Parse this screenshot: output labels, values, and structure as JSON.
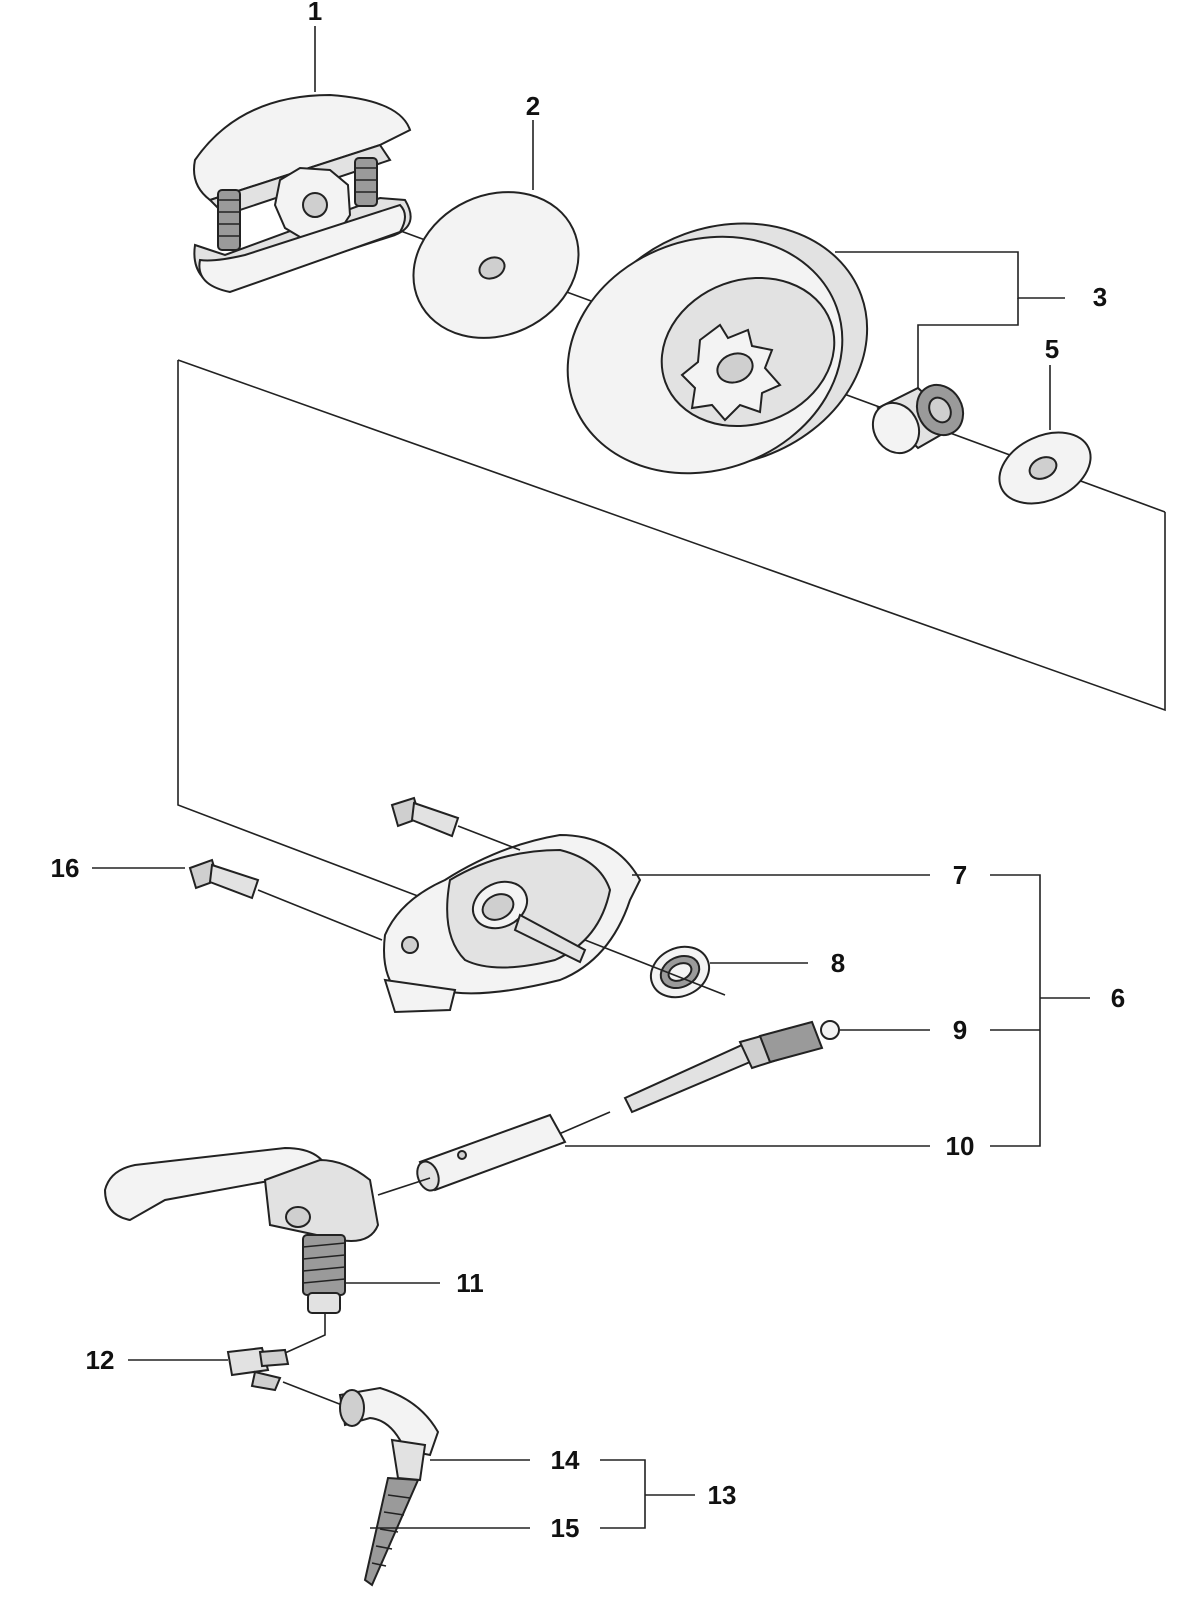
{
  "diagram": {
    "callouts": {
      "c1": "1",
      "c2": "2",
      "c3": "3",
      "c5": "5",
      "c6": "6",
      "c7": "7",
      "c8": "8",
      "c9": "9",
      "c10": "10",
      "c11": "11",
      "c12": "12",
      "c13": "13",
      "c14": "14",
      "c15": "15",
      "c16": "16"
    }
  }
}
